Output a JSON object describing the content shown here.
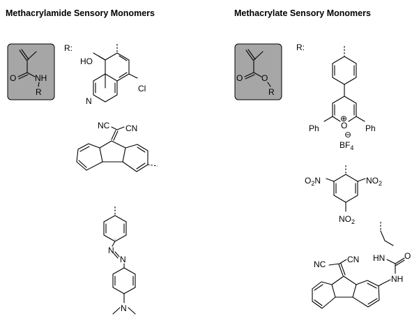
{
  "titles": {
    "left": "Methacrylamide Sensory Monomers",
    "right": "Methacrylate Sensory Monomers"
  },
  "labels": {
    "r_prefix": "R:",
    "amide_nh": "NH",
    "amide_o": "O",
    "amide_r": "R",
    "ester_o_carbonyl": "O",
    "ester_o_alkoxy": "O",
    "ester_r": "R",
    "ho": "HO",
    "n": "N",
    "cl": "Cl",
    "nc": "NC",
    "cn": "CN",
    "azo_n1": "N",
    "azo_n2": "N",
    "amine_n": "N",
    "ph": "Ph",
    "oxonium_o": "O",
    "plus": "⊕",
    "minus": "⊖",
    "bf4": "BF",
    "bf4_sub": "4",
    "o2n": "O",
    "o2n_sub": "2",
    "o2n_n": "N",
    "no2_n": "NO",
    "no2_sub": "2",
    "hn": "HN",
    "nh": "NH",
    "urea_o": "O"
  },
  "colors": {
    "box_fill": "#a6a6a6",
    "box_stroke": "#000000",
    "ink": "#000000",
    "background": "#ffffff"
  }
}
